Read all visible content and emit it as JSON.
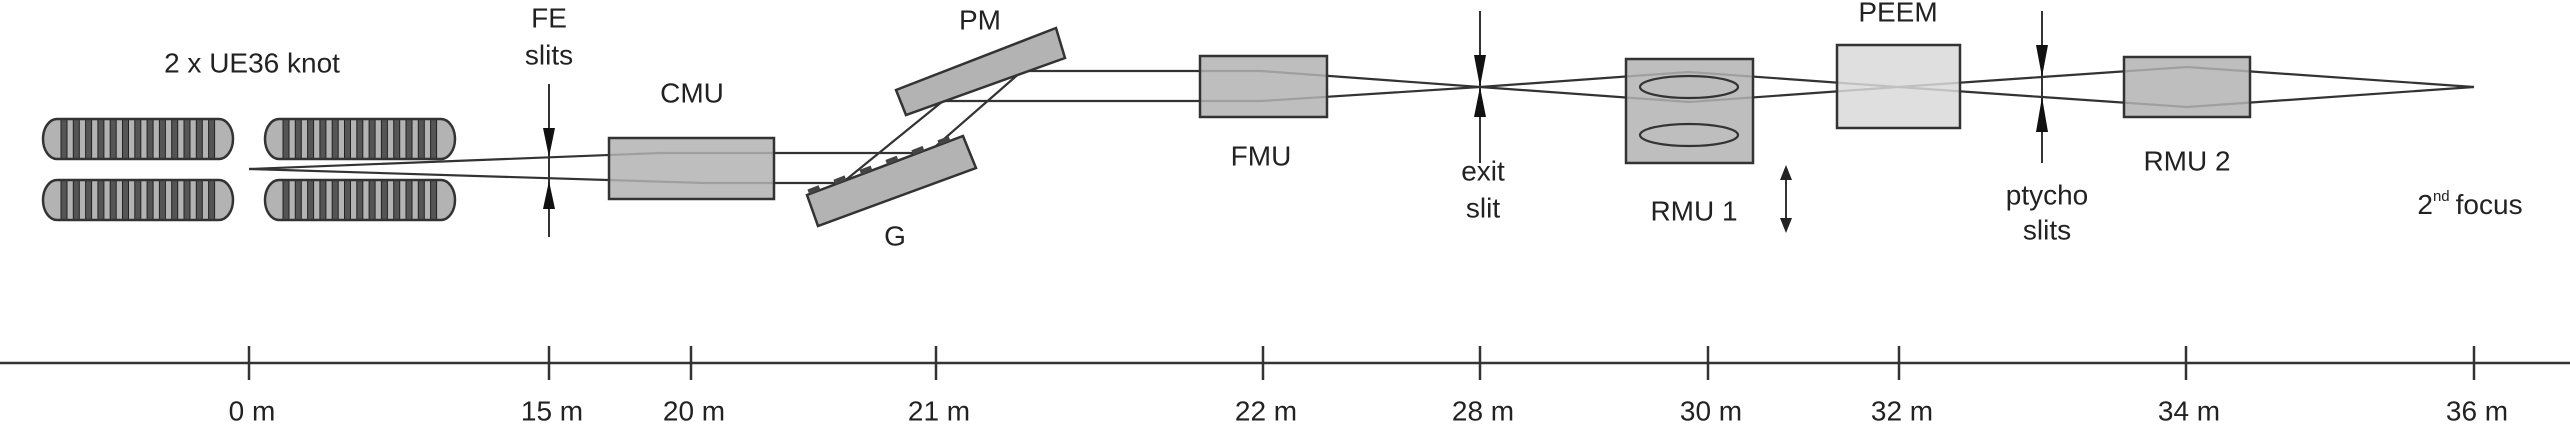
{
  "labels": {
    "undulator": "2 x UE36 knot",
    "fe_slits_line1": "FE",
    "fe_slits_line2": "slits",
    "cmu": "CMU",
    "pm": "PM",
    "grating": "G",
    "fmu": "FMU",
    "exit_slit_line1": "exit",
    "exit_slit_line2": "slit",
    "rmu1": "RMU 1",
    "peem": "PEEM",
    "ptycho_line1": "ptycho",
    "ptycho_line2": "slits",
    "rmu2": "RMU 2",
    "focus_number": "2",
    "focus_superscript": "nd",
    "focus_word": "focus"
  },
  "axis": {
    "ticks": [
      "0 m",
      "15 m",
      "20 m",
      "21 m",
      "22 m",
      "28 m",
      "30 m",
      "32 m",
      "34 m",
      "36 m"
    ]
  },
  "colors": {
    "component_fill": "#b3b3b3",
    "peem_fill": "#d9d9d9",
    "stroke": "#333333",
    "undulator_dark": "#555555"
  }
}
